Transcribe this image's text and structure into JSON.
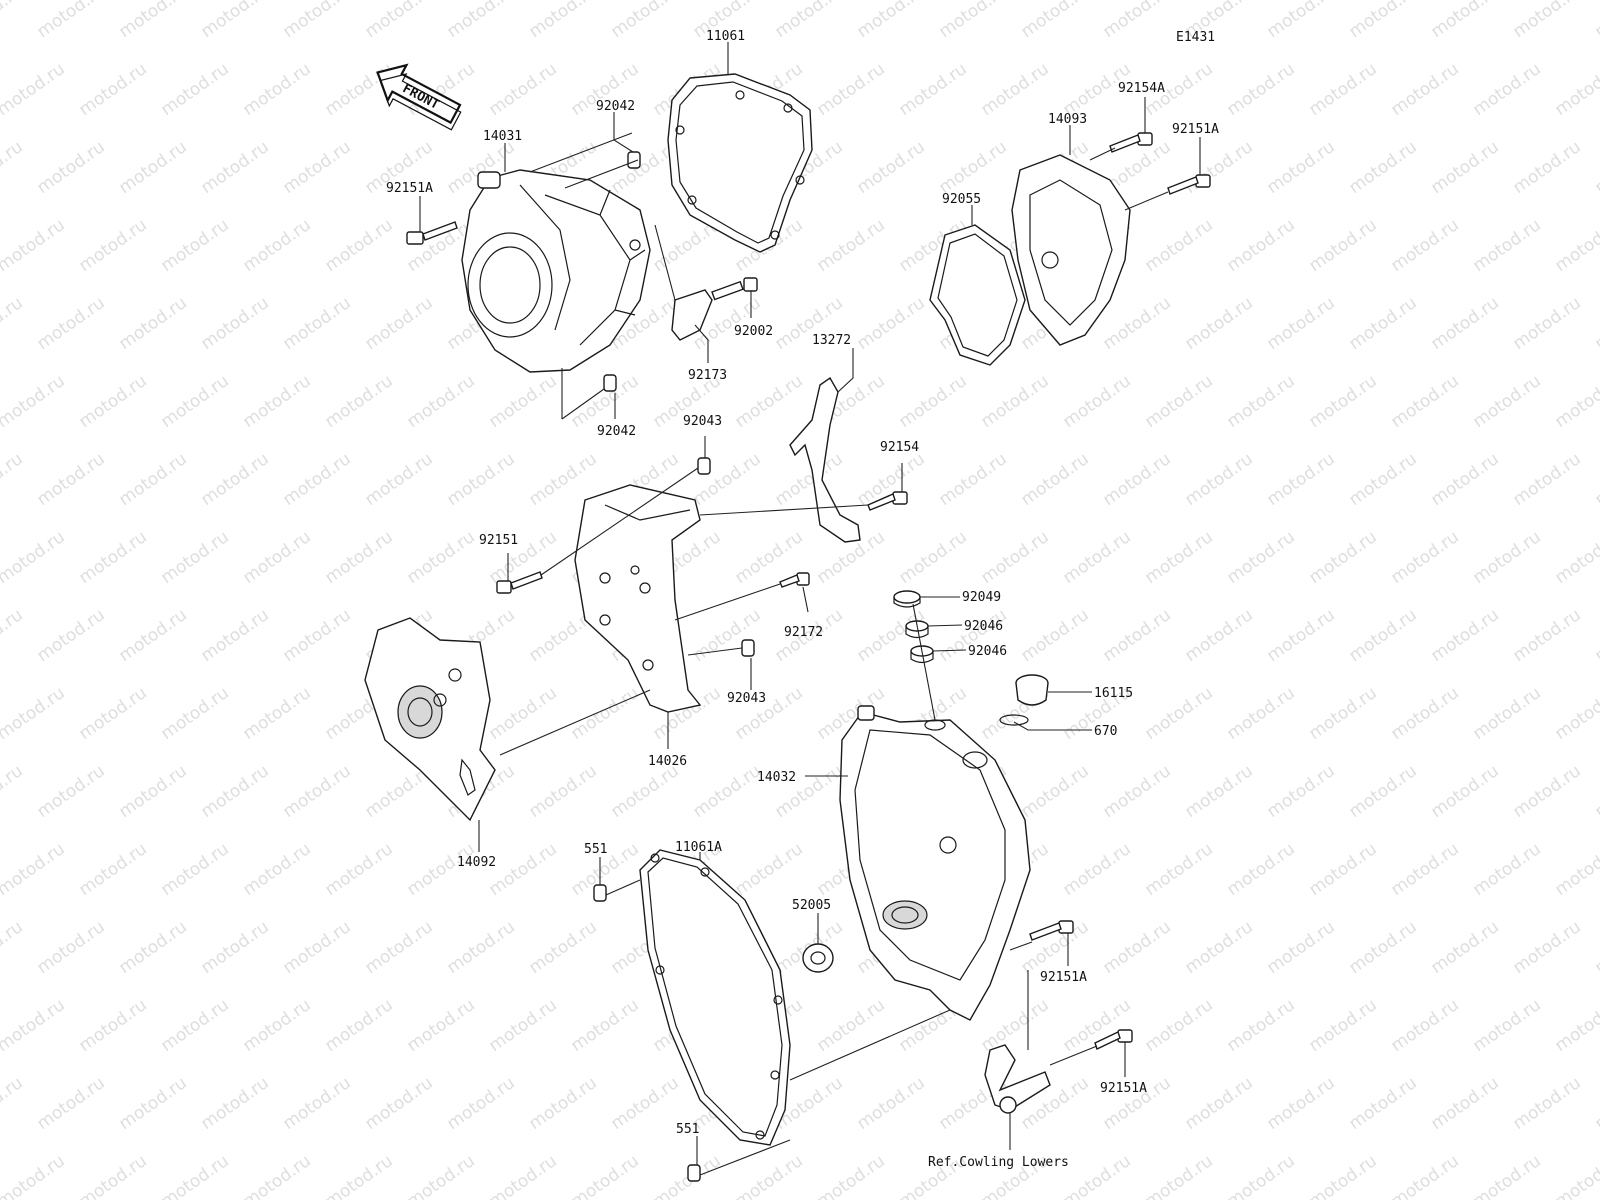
{
  "diagram_code": "E1431",
  "front_label": "FRONT",
  "watermark": "motod.ru",
  "reference_note": "Ref.Cowling Lowers",
  "part_labels": {
    "p11061": "11061",
    "p92042_top": "92042",
    "p14031": "14031",
    "p92151A_left": "92151A",
    "p92002": "92002",
    "p92173": "92173",
    "p92042_bottom": "92042",
    "p13272": "13272",
    "p92043_top": "92043",
    "p92154": "92154",
    "p92151": "92151",
    "p92172": "92172",
    "p92043_bottom": "92043",
    "p14026": "14026",
    "p14092": "14092",
    "p14093": "14093",
    "p92154A": "92154A",
    "p92151A_topright": "92151A",
    "p92055": "92055",
    "p92049": "92049",
    "p92046_a": "92046",
    "p92046_b": "92046",
    "p16115": "16115",
    "p670": "670",
    "p14032": "14032",
    "p11061A": "11061A",
    "p551_top": "551",
    "p52005": "52005",
    "p92151A_mid": "92151A",
    "p92151A_bottom": "92151A",
    "p551_bottom": "551"
  }
}
